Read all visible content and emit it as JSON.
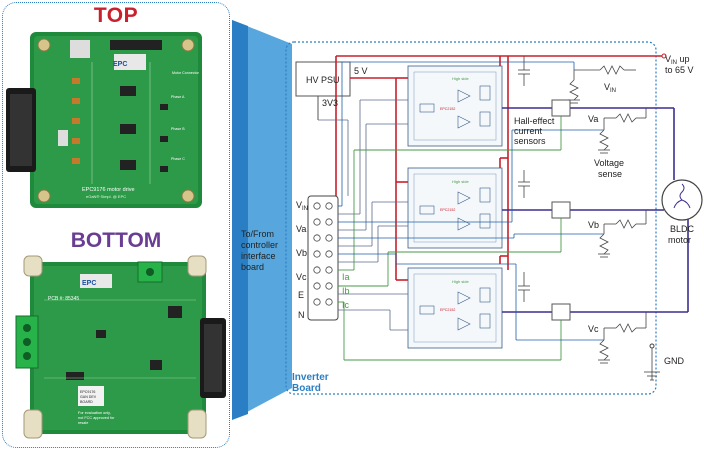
{
  "photos": {
    "top_label": "TOP",
    "bottom_label": "BOTTOM",
    "top_board_title": "EPC9176 motor drive",
    "top_board_subtitle": "eGaN® Simpl. @ EPC",
    "top_logo": "EPC",
    "motor_connector_label": "Motor Connector",
    "phase_labels": [
      "Phase A",
      "Phase B",
      "Phase C"
    ],
    "bottom_logo": "EPC",
    "bottom_pcb_number": "PCB #: 85345",
    "bottom_sticker": [
      "EPC9176",
      "GAN DEV",
      "BOARD"
    ],
    "bottom_footer": [
      "For evaluation only,",
      "not FCC approved for",
      "resale"
    ]
  },
  "diagram": {
    "vin_upto_line1": "V",
    "vin_upto_sub": "IN",
    "vin_upto_line1b": " up",
    "vin_upto_line2": "to 65 V",
    "hv_psu": "HV PSU",
    "v5": "5 V",
    "v3v3": "3V3",
    "vin_right": "V",
    "vin_right_sub": "IN",
    "hall_effect": [
      "Hall-effect",
      "current",
      "sensors"
    ],
    "voltage_sense": [
      "Voltage",
      "sense"
    ],
    "va_right": "Va",
    "vb_right": "Vb",
    "vc_right": "Vc",
    "bldc_motor": [
      "BLDC",
      "motor"
    ],
    "gnd": "GND",
    "controller_interface": [
      "To/From",
      "controller",
      "interface",
      "board"
    ],
    "connector_pins": [
      {
        "label": "V",
        "sub": "IN"
      },
      {
        "label": "Va"
      },
      {
        "label": "Vb"
      },
      {
        "label": "Vc"
      },
      {
        "label": "E"
      },
      {
        "label": "N"
      }
    ],
    "current_labels": [
      "Ia",
      "Ib",
      "Ic"
    ],
    "inverter_board": [
      "Inverter",
      "Board"
    ],
    "ic_high_side": "High side",
    "ic_part": "EPC2152"
  },
  "colors": {
    "power_red": "#c8202d",
    "phase_purple": "#3b2f8f",
    "signal_green": "#4a9a4a",
    "signal_blue": "#1f5fa6",
    "border_blue": "#2a7fc4",
    "sensor_gray": "#666666",
    "pcb_green": "#1f8a3c"
  }
}
